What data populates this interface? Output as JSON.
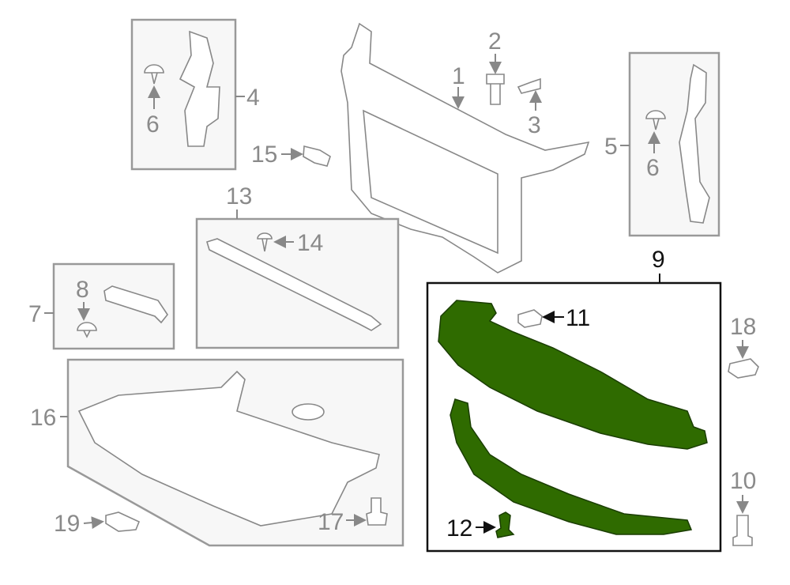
{
  "labels": {
    "p1": "1",
    "p2": "2",
    "p3": "3",
    "p4": "4",
    "p5": "5",
    "p6a": "6",
    "p6b": "6",
    "p7": "7",
    "p8": "8",
    "p9": "9",
    "p10": "10",
    "p11": "11",
    "p12": "12",
    "p13": "13",
    "p14": "14",
    "p15": "15",
    "p16": "16",
    "p17": "17",
    "p18": "18",
    "p19": "19"
  },
  "colors": {
    "highlight": "#2f6b00",
    "line": "#888888",
    "box_border_highlight": "#111111"
  }
}
